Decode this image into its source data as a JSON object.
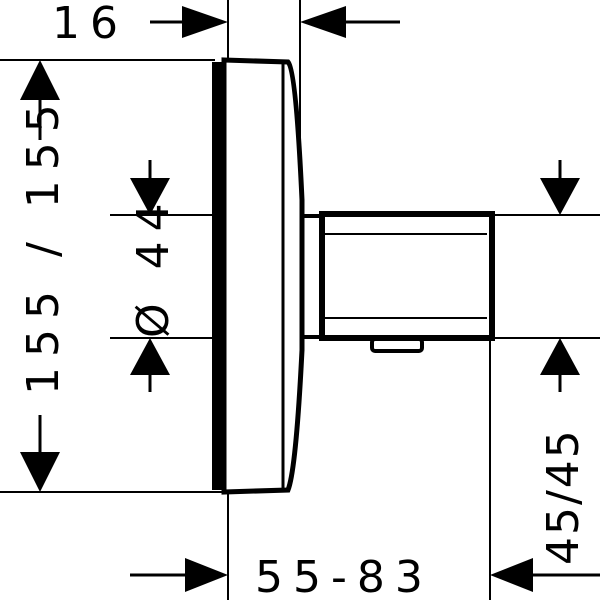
{
  "dimensions": {
    "plate_depth": "16",
    "plate_height": "155 / 155",
    "diameter": "Ø 44",
    "offset": "45/45",
    "installation_depth": "55-83"
  },
  "colors": {
    "line": "#000000",
    "background": "#ffffff"
  }
}
